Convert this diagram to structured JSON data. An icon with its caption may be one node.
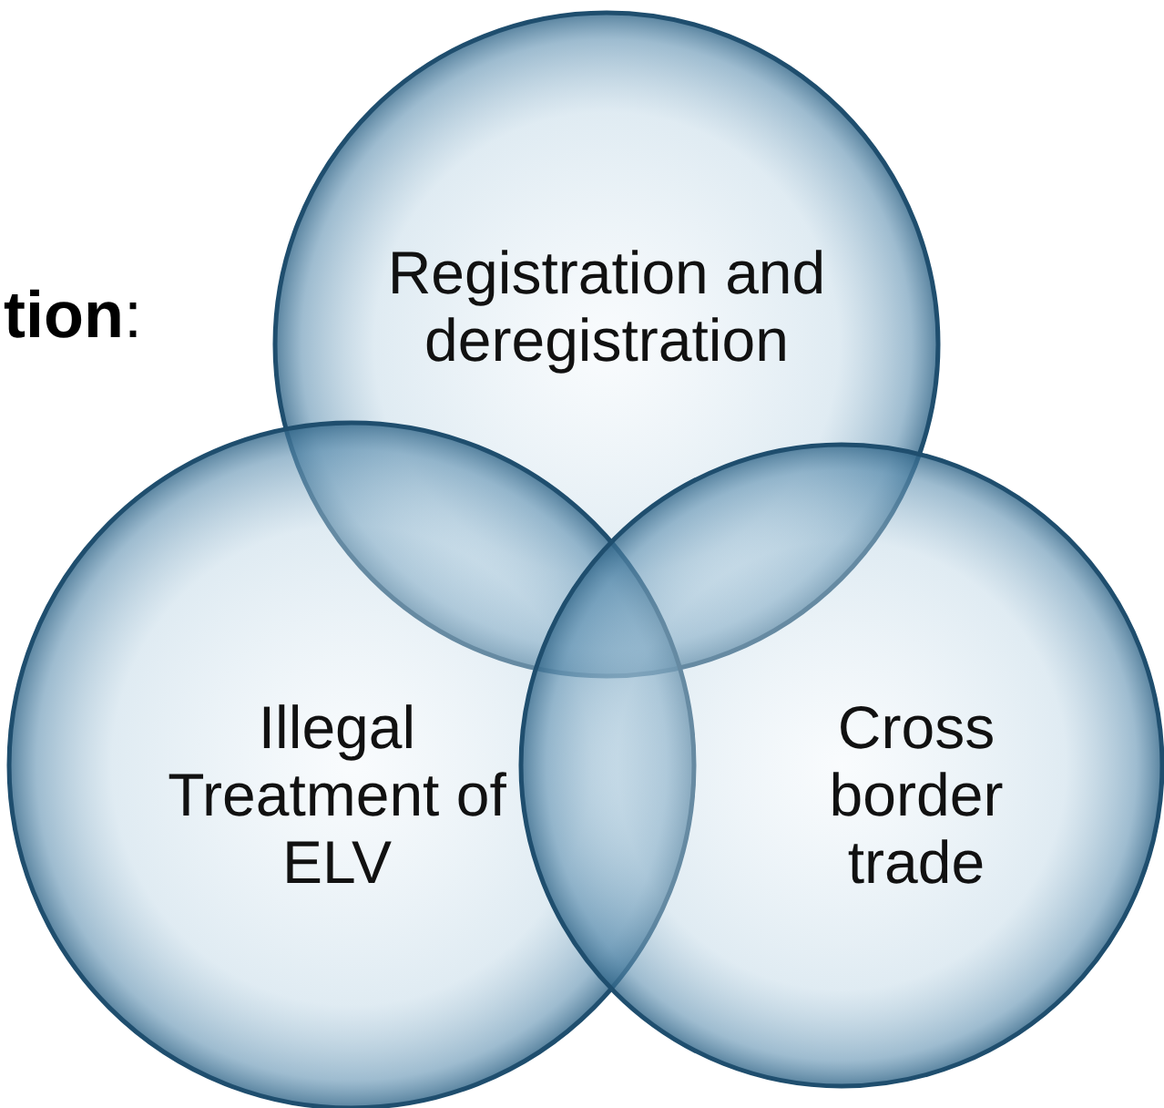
{
  "diagram": {
    "nodes": [
      {
        "text": [
          "Registration and deregistration"
        ]
      },
      {
        "text": [
          "Illegal Treatment of ELV"
        ]
      },
      {
        "text": [
          "Cross border trade"
        ]
      }
    ],
    "labels": [
      "**tion**:"
    ]
  }
}
